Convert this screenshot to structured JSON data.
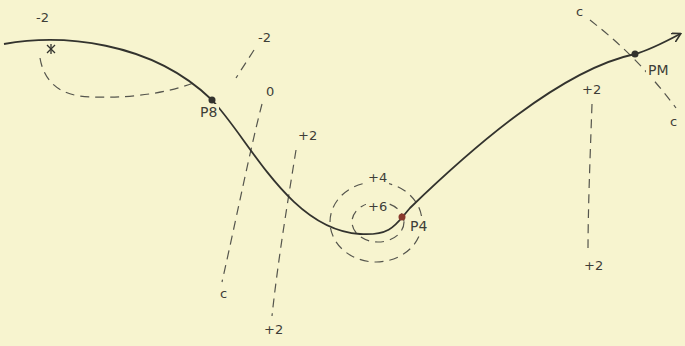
{
  "diagram": {
    "labels": [
      "-2",
      "-2",
      "0",
      "+2",
      "c",
      "+2",
      "+4",
      "+6",
      "P4",
      "+2",
      "+2",
      "P8",
      "PM",
      "c",
      "c"
    ]
  }
}
